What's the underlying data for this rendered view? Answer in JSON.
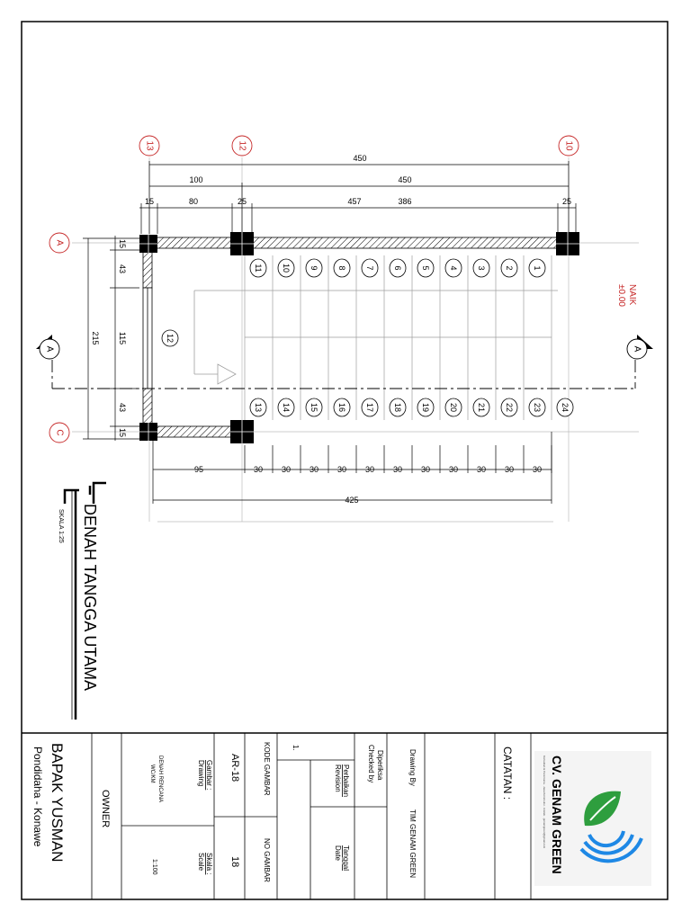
{
  "drawing": {
    "title": "DENAH TANGGA UTAMA",
    "scale_note": "SKALA 1:25",
    "naik_label": "NAIK",
    "naik_level": "±0.00",
    "grid_cols": [
      "13",
      "12",
      "10"
    ],
    "grid_rows": [
      "A",
      "C"
    ],
    "section_mark": "A",
    "center_mark": "12",
    "steps_top": [
      "11",
      "10",
      "9",
      "8",
      "7",
      "6",
      "5",
      "4",
      "3",
      "2",
      "1"
    ],
    "steps_bottom": [
      "13",
      "14",
      "15",
      "16",
      "17",
      "18",
      "19",
      "20",
      "21",
      "22",
      "23",
      "24"
    ],
    "dims_top": {
      "overall": "450",
      "second": "450",
      "part_100": "100",
      "d15": "15",
      "d80": "80",
      "d25a": "25",
      "d457": "457",
      "d386": "386",
      "d25b": "25"
    },
    "dims_left": {
      "d15a": "15",
      "d43a": "43",
      "d215": "215",
      "d115": "115",
      "d43b": "43",
      "d15b": "15"
    },
    "dims_bottom": {
      "d95": "95",
      "treads": [
        "30",
        "30",
        "30",
        "30",
        "30",
        "30",
        "30",
        "30",
        "30",
        "30",
        "30"
      ],
      "total": "425"
    }
  },
  "title_block": {
    "company": "CV. GENAM GREEN",
    "company_sub": "Konsultan & Perencana · Jasa Konstruksi · Arsitek · genamgreen@gmail.com",
    "logo_colors": {
      "leaf": "#2e9e3e",
      "waves": "#1e88e5"
    },
    "catatan_label": "CATATAN :",
    "drawing_by_label": "Drawing By",
    "drawing_by_value": "TIM GENAM GREEN",
    "checked_label_1": "Diperiksa",
    "checked_label_2": "Checked by",
    "rev_no": "1.",
    "revision_label_1": "Perbaikan",
    "revision_label_2": "Revision",
    "date_label_1": "Tanggal",
    "date_label_2": "Date",
    "kode_label": "KODE GAMBAR",
    "kode_value": "AR-18",
    "no_label": "NO GAMBAR",
    "no_value": "18",
    "gambar_label_1": "Gambar :",
    "gambar_label_2": "Drawing",
    "gambar_value_1": "DENAH RENCANA",
    "gambar_value_2": "WC/KM",
    "skala_label_1": "Skala :",
    "skala_label_2": "Scale",
    "skala_value": "1:100",
    "owner_label": "OWNER",
    "owner_name": "BAPAK YUSMAN",
    "owner_location": "Pondidaha - Konawe"
  }
}
